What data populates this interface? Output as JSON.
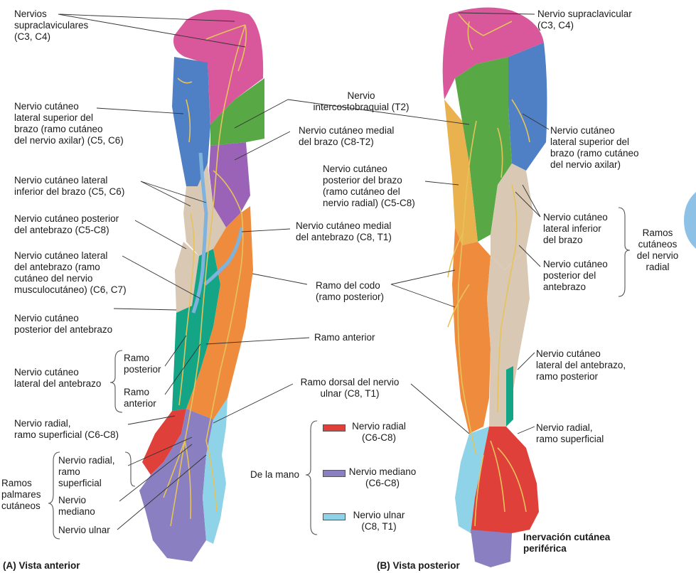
{
  "colors": {
    "radial": "#e0403a",
    "median": "#8a7fc0",
    "ulnar": "#8ed3e8",
    "supraclavicular": "#d9579b",
    "axillary": "#4f7fc4",
    "intercostobrachial": "#58a845",
    "medial_brachial": "#9b63b8",
    "posterior_brachial": "#e9b24e",
    "lateral_inferior": "#d9c9b4",
    "lateral_forearm": "#13a585",
    "medial_forearm": "#ee8b3c",
    "nerve": "#e6c35a"
  },
  "labels_anterior": {
    "supraclav": "Nervios\nsupraclaviculares\n(C3, C4)",
    "lat_sup": "Nervio cutáneo\nlateral superior del\nbrazo (ramo cutáneo\ndel nervio axilar) (C5, C6)",
    "lat_inf": "Nervio cutáneo lateral\ninferior del brazo (C5, C6)",
    "post_ant": "Nervio cutáneo posterior\ndel antebrazo (C5-C8)",
    "lat_ant": "Nervio cutáneo lateral\ndel antebrazo (ramo\ncutáneo del nervio\nmusculocutáneo) (C6, C7)",
    "post_ant2": "Nervio cutáneo\nposterior del antebrazo",
    "lat_ant2": "Nervio cutáneo\nlateral del antebrazo",
    "ramo_post": "Ramo\nposterior",
    "ramo_ant": "Ramo\nanterior",
    "radial_sup": "Nervio radial,\nramo superficial (C6-C8)",
    "palm_radial": "Nervio radial,\nramo\nsuperficial",
    "palm_median": "Nervio\nmediano",
    "palm_ulnar": "Nervio ulnar",
    "ramos_palm": "Ramos\npalmares\ncutáneos",
    "caption": "(A) Vista anterior"
  },
  "labels_center": {
    "intercosto": "Nervio\nintercostobraquial (T2)",
    "med_brazo": "Nervio cutáneo medial\ndel brazo (C8-T2)",
    "post_brazo": "Nervio cutáneo\nposterior del brazo\n(ramo cutáneo del\nnervio radial) (C5-C8)",
    "med_ant": "Nervio cutáneo medial\ndel antebrazo (C8, T1)",
    "ramo_codo": "Ramo del codo\n(ramo posterior)",
    "ramo_anterior": "Ramo anterior",
    "dorsal_ulnar": "Ramo dorsal del nervio\nulnar (C8, T1)"
  },
  "legend": {
    "group_label": "De la mano",
    "items": [
      {
        "name": "Nervio radial\n(C6-C8)",
        "color": "#e0403a"
      },
      {
        "name": "Nervio mediano\n(C6-C8)",
        "color": "#8a7fc0"
      },
      {
        "name": "Nervio ulnar\n(C8, T1)",
        "color": "#8ed3e8"
      }
    ]
  },
  "labels_posterior": {
    "supraclav": "Nervio supraclavicular\n(C3, C4)",
    "lat_sup": "Nervio cutáneo\nlateral superior del\nbrazo (ramo cutáneo\ndel nervio axilar)",
    "lat_inf": "Nervio cutáneo\nlateral inferior\ndel brazo",
    "post_ant": "Nervio cutáneo\nposterior del\nantebrazo",
    "ramos_radial": "Ramos\ncutáneos\ndel nervio\nradial",
    "lat_ant": "Nervio cutáneo\nlateral del antebrazo,\nramo posterior",
    "radial_sup": "Nervio radial,\nramo superficial",
    "title": "Inervación cutánea\nperiférica",
    "caption": "(B) Vista posterior"
  }
}
